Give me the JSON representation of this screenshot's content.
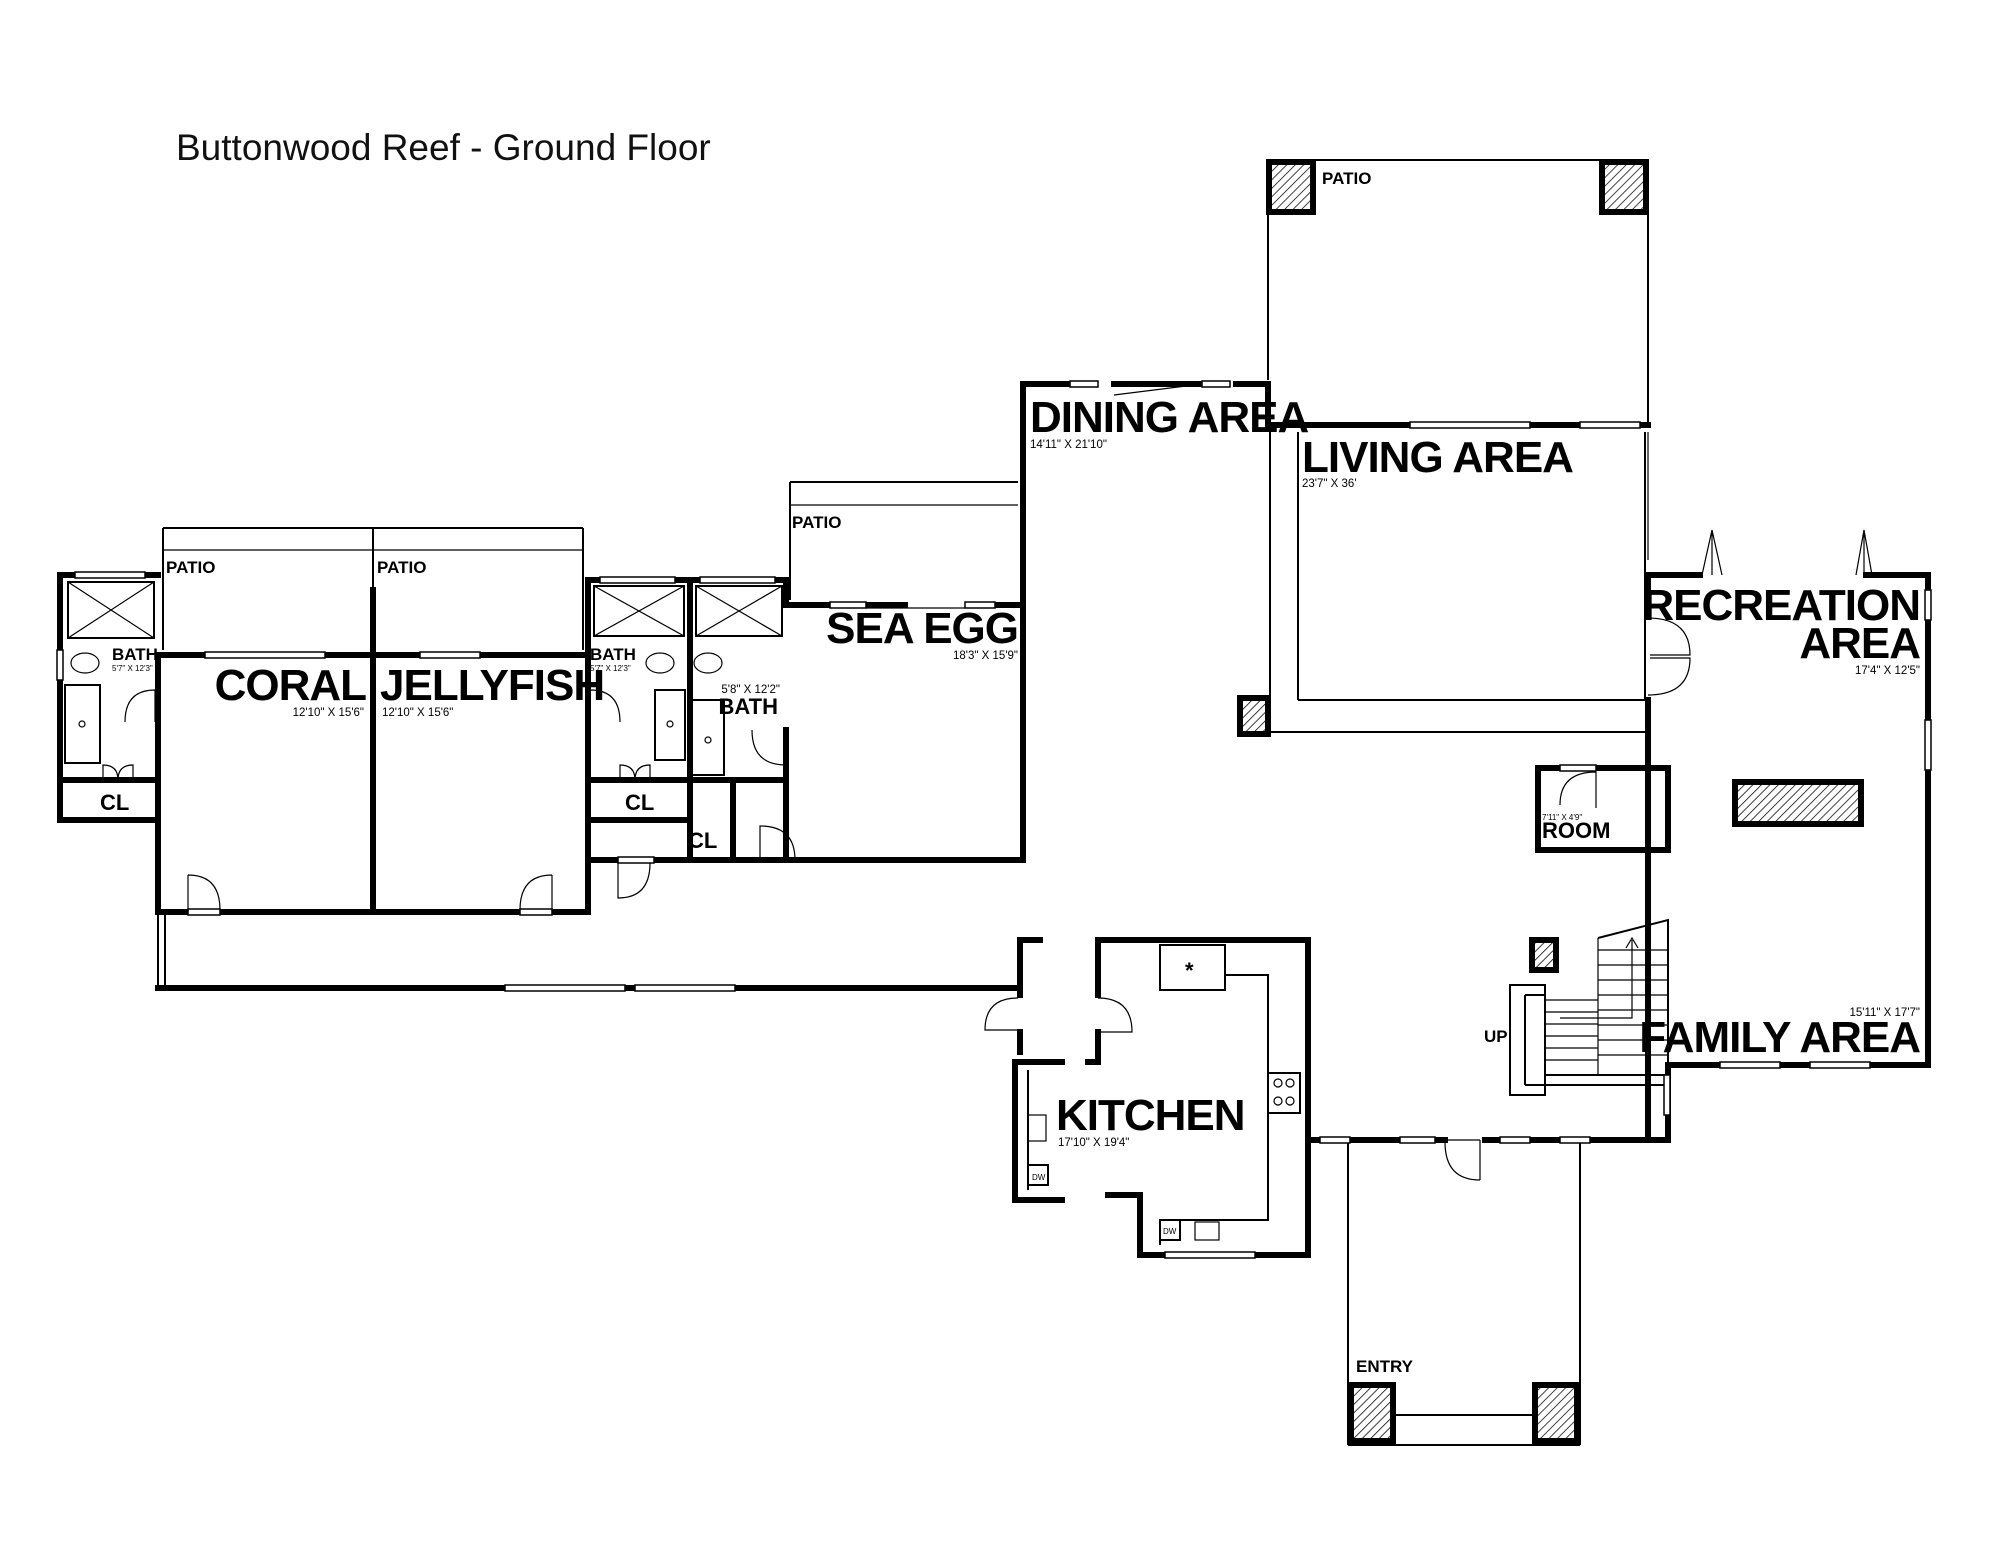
{
  "title": "Buttonwood Reef - Ground Floor",
  "rooms": {
    "patio_top": "PATIO",
    "patio_coral": "PATIO",
    "patio_jelly": "PATIO",
    "patio_seaegg": "PATIO",
    "dining": {
      "name": "DINING AREA",
      "dims": "14'11\" X 21'10\""
    },
    "living": {
      "name": "LIVING AREA",
      "dims": "23'7\" X 36'"
    },
    "recreation": {
      "name_line1": "RECREATION",
      "name_line2": "AREA",
      "dims": "17'4\" X 12'5\""
    },
    "sea_egg": {
      "name": "SEA EGG",
      "dims": "18'3\" X 15'9\""
    },
    "coral": {
      "name": "CORAL",
      "dims": "12'10\" X 15'6\""
    },
    "jellyfish": {
      "name": "JELLYFISH",
      "dims": "12'10\" X 15'6\""
    },
    "bath_left": {
      "name": "BATH",
      "dims": "5'7\" X 12'3\""
    },
    "bath_mid": {
      "name": "BATH",
      "dims": "5'7\" X 12'3\""
    },
    "bath_right": {
      "name": "BATH",
      "dims": "5'8\" X 12'2\""
    },
    "cl_left": "CL",
    "cl_mid": "CL",
    "cl_right": "CL",
    "room_small": {
      "name": "ROOM",
      "dims": "7'11\" X 4'9\""
    },
    "family": {
      "name": "FAMILY AREA",
      "dims": "15'11\" X 17'7\""
    },
    "kitchen": {
      "name": "KITCHEN",
      "dims": "17'10\" X 19'4\""
    },
    "entry": "ENTRY",
    "up": "UP",
    "dw1": "DW",
    "dw2": "DW",
    "asterisk": "*"
  }
}
